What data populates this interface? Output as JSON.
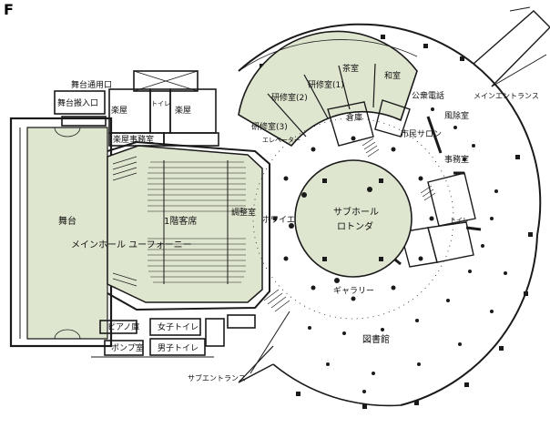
{
  "panel_letter": "F",
  "colors": {
    "fill_green": "#dfe6cf",
    "line": "#1a1a1a",
    "bg": "#ffffff"
  },
  "labels": {
    "stage_entrance": "舞台通用口",
    "stage_loading": "舞台搬入口",
    "stage": "舞台",
    "main_hall": "メインホール ユーフォーニー",
    "first_floor_seats": "1階客席",
    "dressing_room_a": "楽屋",
    "dressing_room_b": "楽屋",
    "toilet_top": "トイレ",
    "dressing_office": "楽屋事務室",
    "control_room": "調整室",
    "foyer": "ホワイエ",
    "piano_storage": "ピアノ庫",
    "pump_room": "ポンプ室",
    "womens_toilet": "女子トイレ",
    "mens_toilet": "男子トイレ",
    "training_room_1": "研修室(1)",
    "training_room_2": "研修室(2)",
    "training_room_3": "研修室(3)",
    "tea_room": "茶室",
    "japanese_room": "和室",
    "warehouse": "倉庫",
    "public_phone": "公衆電話",
    "elevator": "エレベーター",
    "citizen_salon": "市民サロン",
    "wind_room": "風除室",
    "office": "事務室",
    "main_entrance": "メインエントランス",
    "sub_hall": "サブホール",
    "rotunda": "ロトンダ",
    "gallery": "ギャラリー",
    "library": "図書館",
    "sub_entrance": "サブエントランス",
    "toilet_right": "トイレ"
  }
}
